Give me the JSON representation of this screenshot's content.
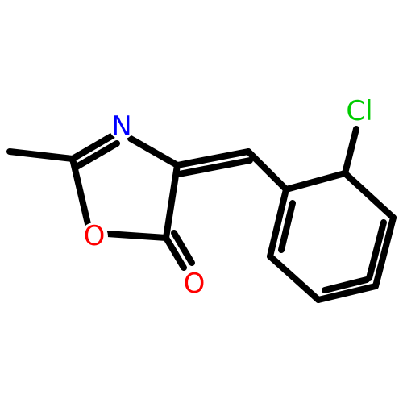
{
  "molecule": {
    "atoms": {
      "nitrogen": {
        "symbol": "N",
        "color": "#0000ff"
      },
      "ring_oxygen": {
        "symbol": "O",
        "color": "#ff0000"
      },
      "carbonyl_oxygen": {
        "symbol": "O",
        "color": "#ff0000"
      },
      "chlorine": {
        "symbol": "Cl",
        "color": "#00cc00"
      }
    },
    "bond_color": "#000000"
  }
}
